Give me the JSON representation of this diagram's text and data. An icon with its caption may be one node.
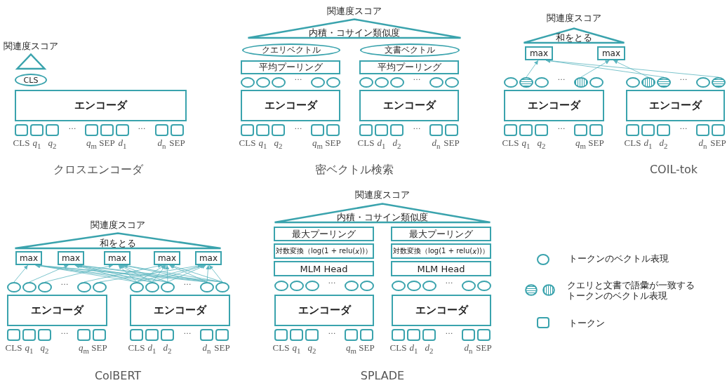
{
  "diagram": {
    "nodes": [
      {
        "text": [
          "関連度スコア"
        ]
      },
      {
        "text": [
          "CLS"
        ]
      },
      {
        "text": [
          "エンコーダ"
        ]
      },
      {
        "text": [],
        "shape": "box",
        "beside": [
          "CLS"
        ]
      },
      {
        "text": [],
        "shape": "box",
        "beside": [
          "*q*$_{1}$"
        ]
      },
      {
        "text": [],
        "shape": "box",
        "beside": [
          "*q*$_{2}$"
        ]
      },
      {
        "text": [],
        "shape": "box",
        "beside": [
          "*q*$_{m}$"
        ]
      },
      {
        "text": [],
        "shape": "box",
        "beside": [
          "SEP"
        ]
      },
      {
        "text": [],
        "shape": "box",
        "beside": [
          "*d*$_{1}$"
        ]
      },
      {
        "text": [],
        "shape": "box",
        "beside": [
          "*d*$_{n}$"
        ]
      },
      {
        "text": [],
        "shape": "box",
        "beside": [
          "SEP"
        ]
      },
      {
        "text": [
          "関連度スコア",
          "内積・コサイン類似度"
        ]
      },
      {
        "text": [
          "クエリベクトル"
        ]
      },
      {
        "text": [
          "文書ベクトル"
        ]
      },
      {
        "text": [
          "平均プーリング"
        ]
      },
      {
        "text": [
          "平均プーリング"
        ]
      },
      {
        "text": [],
        "shape": "circle"
      },
      {
        "text": [],
        "shape": "circle"
      },
      {
        "text": [],
        "shape": "circle"
      },
      {
        "text": [],
        "shape": "circle"
      },
      {
        "text": [],
        "shape": "circle"
      },
      {
        "text": [],
        "shape": "circle"
      },
      {
        "text": [],
        "shape": "circle"
      },
      {
        "text": [],
        "shape": "circle"
      },
      {
        "text": [],
        "shape": "circle"
      },
      {
        "text": [],
        "shape": "circle"
      },
      {
        "text": [
          "エンコーダ"
        ]
      },
      {
        "text": [
          "エンコーダ"
        ]
      },
      {
        "text": [],
        "shape": "box",
        "beside": [
          "CLS"
        ]
      },
      {
        "text": [],
        "shape": "box",
        "beside": [
          "*q*$_{1}$"
        ]
      },
      {
        "text": [],
        "shape": "box",
        "beside": [
          "*q*$_{2}$"
        ]
      },
      {
        "text": [],
        "shape": "box",
        "beside": [
          "*q*$_{m}$"
        ]
      },
      {
        "text": [],
        "shape": "box",
        "beside": [
          "SEP"
        ]
      },
      {
        "text": [],
        "shape": "box",
        "beside": [
          "CLS"
        ]
      },
      {
        "text": [],
        "shape": "box",
        "beside": [
          "*d*$_{1}$"
        ]
      },
      {
        "text": [],
        "shape": "box",
        "beside": [
          "*d*$_{2}$"
        ]
      },
      {
        "text": [],
        "shape": "box",
        "beside": [
          "*d*$_{n}$"
        ]
      },
      {
        "text": [],
        "shape": "box",
        "beside": [
          "SEP"
        ]
      },
      {
        "text": [
          "関連度スコア",
          "和をとる"
        ]
      },
      {
        "text": [
          "max"
        ]
      },
      {
        "text": [
          "max"
        ]
      },
      {
        "text": [],
        "shape": "circle"
      },
      {
        "text": [],
        "shape": "circle"
      },
      {
        "text": [],
        "shape": "circle"
      },
      {
        "text": [],
        "shape": "circle"
      },
      {
        "text": [],
        "shape": "circle"
      },
      {
        "text": [],
        "shape": "circle"
      },
      {
        "text": [],
        "shape": "circle"
      },
      {
        "text": [],
        "shape": "circle"
      },
      {
        "text": [],
        "shape": "circle"
      },
      {
        "text": [],
        "shape": "circle"
      },
      {
        "text": [
          "エンコーダ"
        ]
      },
      {
        "text": [
          "エンコーダ"
        ]
      },
      {
        "text": [],
        "shape": "box",
        "beside": [
          "CLS"
        ]
      },
      {
        "text": [],
        "shape": "box",
        "beside": [
          "*q*$_{1}$"
        ]
      },
      {
        "text": [],
        "shape": "box",
        "beside": [
          "*q*$_{2}$"
        ]
      },
      {
        "text": [],
        "shape": "box",
        "beside": [
          "*q*$_{m}$"
        ]
      },
      {
        "text": [],
        "shape": "box",
        "beside": [
          "SEP"
        ]
      },
      {
        "text": [],
        "shape": "box",
        "beside": [
          "CLS"
        ]
      },
      {
        "text": [],
        "shape": "box",
        "beside": [
          "*d*$_{1}$"
        ]
      },
      {
        "text": [],
        "shape": "box",
        "beside": [
          "*d*$_{2}$"
        ]
      },
      {
        "text": [],
        "shape": "box",
        "beside": [
          "*d*$_{n}$"
        ]
      },
      {
        "text": [],
        "shape": "box",
        "beside": [
          "SEP"
        ]
      },
      {
        "text": [
          "関連度スコア",
          "和をとる"
        ]
      },
      {
        "text": [
          "max"
        ]
      },
      {
        "text": [
          "max"
        ]
      },
      {
        "text": [
          "max"
        ]
      },
      {
        "text": [
          "max"
        ]
      },
      {
        "text": [
          "max"
        ]
      },
      {
        "text": [],
        "shape": "circle"
      },
      {
        "text": [],
        "shape": "circle"
      },
      {
        "text": [],
        "shape": "circle"
      },
      {
        "text": [],
        "shape": "circle"
      },
      {
        "text": [],
        "shape": "circle"
      },
      {
        "text": [],
        "shape": "circle"
      },
      {
        "text": [],
        "shape": "circle"
      },
      {
        "text": [],
        "shape": "circle"
      },
      {
        "text": [],
        "shape": "circle"
      },
      {
        "text": [],
        "shape": "circle"
      },
      {
        "text": [
          "エンコーダ"
        ]
      },
      {
        "text": [
          "エンコーダ"
        ]
      },
      {
        "text": [],
        "shape": "box",
        "beside": [
          "CLS"
        ]
      },
      {
        "text": [],
        "shape": "box",
        "beside": [
          "*q*$_{1}$"
        ]
      },
      {
        "text": [],
        "shape": "box",
        "beside": [
          "*q*$_{2}$"
        ]
      },
      {
        "text": [],
        "shape": "box",
        "beside": [
          "*q*$_{m}$"
        ]
      },
      {
        "text": [],
        "shape": "box",
        "beside": [
          "SEP"
        ]
      },
      {
        "text": [],
        "shape": "box",
        "beside": [
          "CLS"
        ]
      },
      {
        "text": [],
        "shape": "box",
        "beside": [
          "*d*$_{1}$"
        ]
      },
      {
        "text": [],
        "shape": "box",
        "beside": [
          "*d*$_{2}$"
        ]
      },
      {
        "text": [],
        "shape": "box",
        "beside": [
          "*d*$_{n}$"
        ]
      },
      {
        "text": [],
        "shape": "box",
        "beside": [
          "SEP"
        ]
      },
      {
        "text": [
          "関連度スコア",
          "内積・コサイン類似度"
        ]
      },
      {
        "text": [
          "最大プーリング"
        ]
      },
      {
        "text": [
          "最大プーリング"
        ]
      },
      {
        "text": [
          "対数変換（log(1 + relu(*x*))）"
        ]
      },
      {
        "text": [
          "対数変換（log(1 + relu(*x*))）"
        ]
      },
      {
        "text": [
          "MLM Head"
        ]
      },
      {
        "text": [
          "MLM Head"
        ]
      },
      {
        "text": [],
        "shape": "circle"
      },
      {
        "text": [],
        "shape": "circle"
      },
      {
        "text": [],
        "shape": "circle"
      },
      {
        "text": [],
        "shape": "circle"
      },
      {
        "text": [],
        "shape": "circle"
      },
      {
        "text": [],
        "shape": "circle"
      },
      {
        "text": [],
        "shape": "circle"
      },
      {
        "text": [],
        "shape": "circle"
      },
      {
        "text": [],
        "shape": "circle"
      },
      {
        "text": [],
        "shape": "circle"
      },
      {
        "text": [
          "エンコーダ"
        ]
      },
      {
        "text": [
          "エンコーダ"
        ]
      },
      {
        "text": [],
        "shape": "box",
        "beside": [
          "CLS"
        ]
      },
      {
        "text": [],
        "shape": "box",
        "beside": [
          "*q*$_{1}$"
        ]
      },
      {
        "text": [],
        "shape": "box",
        "beside": [
          "*q*$_{2}$"
        ]
      },
      {
        "text": [],
        "shape": "box",
        "beside": [
          "*q*$_{m}$"
        ]
      },
      {
        "text": [],
        "shape": "box",
        "beside": [
          "SEP"
        ]
      },
      {
        "text": [],
        "shape": "box",
        "beside": [
          "CLS"
        ]
      },
      {
        "text": [],
        "shape": "box",
        "beside": [
          "*d*$_{1}$"
        ]
      },
      {
        "text": [],
        "shape": "box",
        "beside": [
          "*d*$_{2}$"
        ]
      },
      {
        "text": [],
        "shape": "box",
        "beside": [
          "*d*$_{n}$"
        ]
      },
      {
        "text": [],
        "shape": "box",
        "beside": [
          "SEP"
        ]
      }
    ],
    "edges": [
      {
        "from": 42,
        "to": 39,
        "arrow": "to"
      },
      {
        "from": 44,
        "to": 40,
        "arrow": "to"
      },
      {
        "from": 47,
        "to": 40,
        "arrow": "to"
      },
      {
        "from": 48,
        "to": 39,
        "arrow": "to"
      },
      {
        "from": 50,
        "to": 39,
        "arrow": "to"
      },
      {
        "from": 69,
        "to": 64,
        "arrow": "to"
      },
      {
        "from": 70,
        "to": 65,
        "arrow": "to"
      },
      {
        "from": 71,
        "to": 66,
        "arrow": "to"
      },
      {
        "from": 72,
        "to": 67,
        "arrow": "to"
      },
      {
        "from": 73,
        "to": 68,
        "arrow": "to"
      },
      {
        "from": 74,
        "to": 64,
        "arrow": "to"
      },
      {
        "from": 74,
        "to": 65,
        "arrow": "to"
      },
      {
        "from": 74,
        "to": 66,
        "arrow": "to"
      },
      {
        "from": 74,
        "to": 67,
        "arrow": "to"
      },
      {
        "from": 74,
        "to": 68,
        "arrow": "to"
      },
      {
        "from": 75,
        "to": 64,
        "arrow": "to"
      },
      {
        "from": 75,
        "to": 65,
        "arrow": "to"
      },
      {
        "from": 75,
        "to": 66,
        "arrow": "to"
      },
      {
        "from": 75,
        "to": 67,
        "arrow": "to"
      },
      {
        "from": 75,
        "to": 68,
        "arrow": "to"
      },
      {
        "from": 76,
        "to": 64,
        "arrow": "to"
      },
      {
        "from": 76,
        "to": 65,
        "arrow": "to"
      },
      {
        "from": 76,
        "to": 66,
        "arrow": "to"
      },
      {
        "from": 76,
        "to": 67,
        "arrow": "to"
      },
      {
        "from": 76,
        "to": 68,
        "arrow": "to"
      },
      {
        "from": 77,
        "to": 64,
        "arrow": "to"
      },
      {
        "from": 77,
        "to": 65,
        "arrow": "to"
      },
      {
        "from": 77,
        "to": 66,
        "arrow": "to"
      },
      {
        "from": 77,
        "to": 67,
        "arrow": "to"
      },
      {
        "from": 77,
        "to": 68,
        "arrow": "to"
      },
      {
        "from": 78,
        "to": 64,
        "arrow": "to"
      },
      {
        "from": 78,
        "to": 65,
        "arrow": "to"
      },
      {
        "from": 78,
        "to": 66,
        "arrow": "to"
      },
      {
        "from": 78,
        "to": 67,
        "arrow": "to"
      },
      {
        "from": 78,
        "to": 68,
        "arrow": "to"
      }
    ],
    "labels": [
      "…",
      "…",
      "クロスエンコーダ",
      "…",
      "…",
      "…",
      "…",
      "密ベクトル検索",
      "…",
      "…",
      "…",
      "…",
      "COIL-tok",
      "…",
      "…",
      "…",
      "…",
      "ColBERT",
      "…",
      "…",
      "…",
      "…",
      "SPLADE"
    ],
    "legend": [
      {
        "text": "トークンのベクトル表現"
      },
      {
        "text": "クエリと文書で語彙が一致するトークンのベクトル表現"
      },
      {
        "text": "トークン"
      }
    ]
  }
}
